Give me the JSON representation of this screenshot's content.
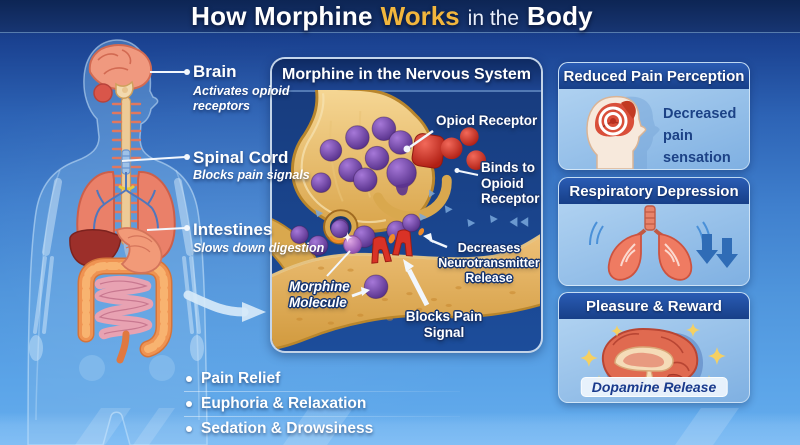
{
  "colors": {
    "accent_gold": "#f2b63d",
    "header_navy": "#0d2554",
    "card_header_blue": "#1d4a99",
    "card_body_blue": "#9cc4ea",
    "panel_navy": "#1b4186",
    "morphine_purple": "#6b3fa8",
    "receptor_red": "#d93226",
    "synapse_gold": "#e9b863",
    "caption_blue": "#1c4286"
  },
  "header": {
    "title_prefix": "How Morphine",
    "title_highlight": "Works",
    "title_mid": "in the",
    "title_suffix": "Body"
  },
  "anatomy": {
    "labels": [
      {
        "title": "Brain",
        "subtitle": "Activates opioid receptors"
      },
      {
        "title": "Spinal Cord",
        "subtitle": "Blocks pain signals"
      },
      {
        "title": "Intestines",
        "subtitle": "Slows down digestion"
      }
    ]
  },
  "synapse": {
    "panel_title": "Morphine in the Nervous System",
    "labels": {
      "receptor": "Opiod Receptor",
      "binds": "Binds to Opioid Receptor",
      "decreases": "Decreases Neurotransmitter Release",
      "molecule": "Morphine Molecule",
      "blocks": "Blocks Pain Signal"
    }
  },
  "effects_cards": [
    {
      "title": "Reduced Pain Perception",
      "caption": "Decreased pain sensation",
      "icon": "head-pain-icon"
    },
    {
      "title": "Respiratory Depression",
      "icon": "lungs-down-arrows-icon"
    },
    {
      "title": "Pleasure & Reward",
      "badge": "Dopamine Release",
      "icon": "brain-sparkle-icon"
    }
  ],
  "effects_list": [
    "Pain Relief",
    "Euphoria & Relaxation",
    "Sedation & Drowsiness"
  ]
}
